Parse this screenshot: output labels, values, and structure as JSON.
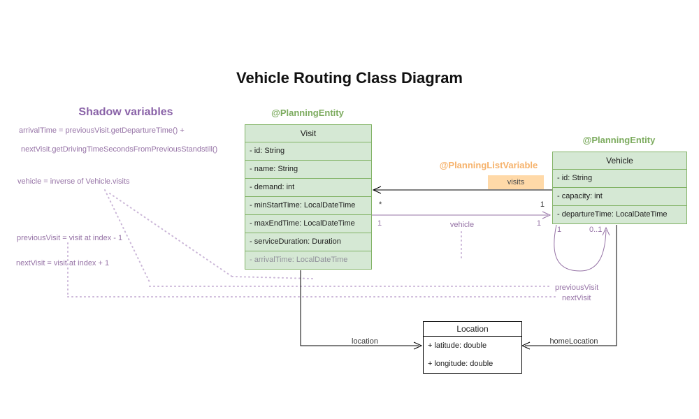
{
  "title": "Vehicle Routing Class Diagram",
  "shadow_panel": {
    "heading": "Shadow variables",
    "lines": [
      "arrivalTime = previousVisit.getDepartureTime() +",
      "nextVisit.getDrivingTimeSecondsFromPreviousStandstill()",
      "vehicle = inverse of Vehicle.visits",
      "previousVisit = visit at index - 1",
      "nextVisit = visit at index + 1"
    ]
  },
  "classes": {
    "visit": {
      "annotation": "@PlanningEntity",
      "name": "Visit",
      "fields": [
        "- id: String",
        "- name: String",
        "- demand: int",
        "- minStartTime: LocalDateTime",
        "- maxEndTime: LocalDateTime",
        "- serviceDuration: Duration"
      ],
      "shadow_field": "- arrivalTime: LocalDateTime"
    },
    "vehicle": {
      "annotation": "@PlanningEntity",
      "name": "Vehicle",
      "fields": [
        "- id: String",
        "- capacity: int",
        "- departureTime: LocalDateTime"
      ]
    },
    "location": {
      "name": "Location",
      "fields": [
        "+ latitude: double",
        "+ longitude: double"
      ]
    }
  },
  "relations": {
    "planning_list_variable": "@PlanningListVariable",
    "visits": {
      "label": "visits",
      "mult_visit_end": "*",
      "mult_vehicle_end": "1"
    },
    "vehicle_ref": {
      "label": "vehicle",
      "mult_left": "1",
      "mult_right": "1"
    },
    "self_loop": {
      "mult_left": "1",
      "mult_right": "0..1"
    },
    "previous_visit": "previousVisit",
    "next_visit": "nextVisit",
    "location_ref": "location",
    "home_location_ref": "homeLocation"
  },
  "colors": {
    "class_fill": "#d5e8d4",
    "class_border": "#82b366",
    "entity_annotation_green": "#7cab5e",
    "purple": "#9673a6",
    "dotted_purple": "#cbb7d8",
    "list_variable_orange": "#f6b26b",
    "badge_fill": "#ffd9a8",
    "location_border": "#000000"
  }
}
